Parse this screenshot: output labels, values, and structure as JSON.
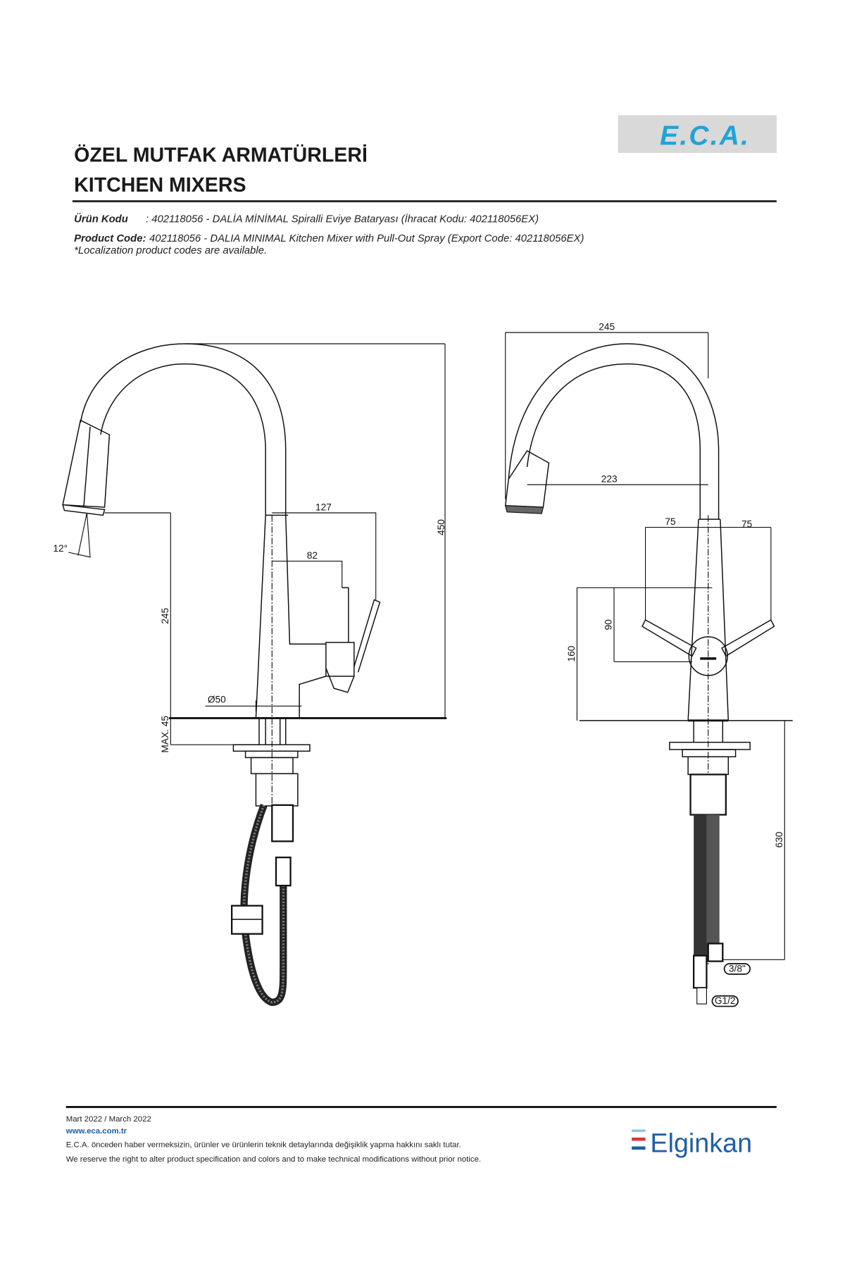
{
  "header": {
    "title_tr": "ÖZEL MUTFAK ARMATÜRLERİ",
    "title_en": "KITCHEN MIXERS",
    "logo_text": "E.C.A.",
    "logo_color": "#1fa3d9",
    "logo_bg": "#d9d9d9"
  },
  "product": {
    "tr_label": "Ürün Kodu",
    "tr_text": ": 402118056 - DALİA MİNİMAL Spiralli Eviye Bataryası (İhracat Kodu: 402118056EX)",
    "en_label": "Product Code:",
    "en_text": "402118056 - DALIA MINIMAL Kitchen Mixer with Pull-Out Spray (Export Code: 402118056EX)",
    "note": "*Localization product codes are available."
  },
  "drawing": {
    "side": {
      "angle": "12°",
      "height_total": "450",
      "height_outlet": "245",
      "max_deck": "MAX. 45",
      "reach_lever": "127",
      "reach_handle": "82",
      "diameter": "Ø50"
    },
    "front": {
      "width_total": "245",
      "spout_reach": "223",
      "lever_left": "75",
      "lever_right": "75",
      "lever_height": "90",
      "handle_height": "160",
      "hose_length": "630",
      "conn_1": "3/8\"",
      "conn_2": "G1/2"
    }
  },
  "footer": {
    "date": "Mart 2022 / March 2022",
    "url": "www.eca.com.tr",
    "disclaimer_tr": "E.C.A. önceden haber vermeksizin, ürünler ve ürünlerin teknik detaylarında değişiklik yapma hakkını saklı tutar.",
    "disclaimer_en": "We reserve the right to alter product specification and colors and to make technical modifications without prior notice.",
    "brand": "Elginkan",
    "brand_color": "#1f5fa6",
    "url_color": "#1f5fa6"
  }
}
